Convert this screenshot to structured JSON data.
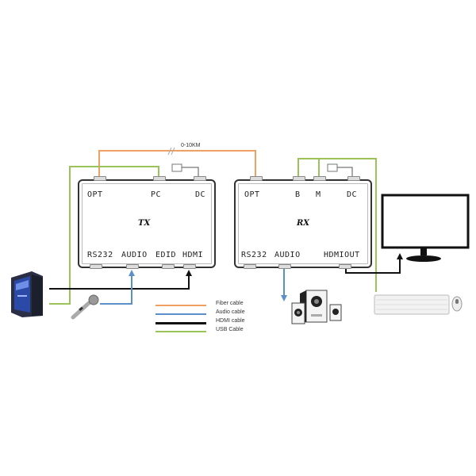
{
  "diagram": {
    "distance_label": "0-10KM",
    "tx": {
      "title": "TX",
      "top_ports": [
        "OPT",
        "PC",
        "DC"
      ],
      "bottom_ports": [
        "RS232",
        "AUDIO",
        "EDID",
        "HDMI"
      ]
    },
    "rx": {
      "title": "RX",
      "top_ports": [
        "OPT",
        "B",
        "M",
        "DC"
      ],
      "bottom_ports": [
        "RS232",
        "AUDIO",
        "HDMIOUT"
      ]
    },
    "legend": [
      {
        "label": "Fiber cable",
        "color": "#f0a060"
      },
      {
        "label": "Audio cable",
        "color": "#5b8fc7"
      },
      {
        "label": "HDMI cable",
        "color": "#111111"
      },
      {
        "label": "USB Cable",
        "color": "#9cc25a"
      }
    ],
    "devices": [
      "pc-tower",
      "microphone",
      "speakers",
      "monitor",
      "keyboard",
      "mouse"
    ],
    "colors": {
      "fiber": "#f0a060",
      "audio": "#5b8fc7",
      "hdmi": "#111111",
      "usb": "#9cc25a"
    }
  }
}
